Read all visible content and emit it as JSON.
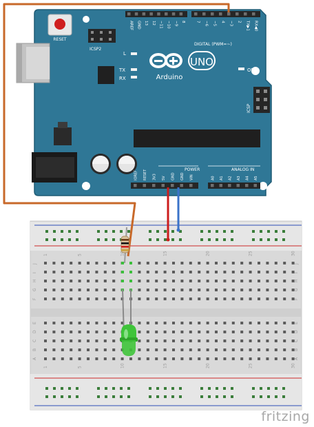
{
  "arduino": {
    "reset_label": "RESET",
    "icsp2_label": "ICSP2",
    "icsp_label": "ICSP",
    "l_label": "L",
    "tx_label": "TX",
    "rx_label": "RX",
    "on_label": "ON",
    "brand": "Arduino",
    "model": "UNO",
    "digital_label": "DIGITAL (PWM=~)",
    "power_label": "POWER",
    "analog_label": "ANALOG IN",
    "top_pins": [
      "AREF",
      "GND",
      "13",
      "12",
      "~11",
      "~10",
      "~9",
      "8",
      "7",
      "~6",
      "~5",
      "4",
      "~3",
      "2",
      "TX▶1",
      "RX◀0"
    ],
    "power_pins": [
      "IOREF",
      "RESET",
      "3V3",
      "5V",
      "GND",
      "GND",
      "VIN"
    ],
    "analog_pins": [
      "A0",
      "A1",
      "A2",
      "A3",
      "A4",
      "A5"
    ],
    "colors": {
      "board": "#2f7796",
      "board_edge": "#1f5b75",
      "header": "#2a2a2a"
    }
  },
  "breadboard": {
    "column_numbers": [
      "1",
      "5",
      "10",
      "15",
      "20",
      "25",
      "30"
    ],
    "row_letters_top": [
      "J",
      "I",
      "H",
      "G",
      "F"
    ],
    "row_letters_bottom": [
      "E",
      "D",
      "C",
      "B",
      "A"
    ]
  },
  "components": {
    "resistor": "resistor-icon",
    "led": "green-led-icon",
    "colors": {
      "signal_wire": "#c8692a",
      "power_wire": "#cc1d1d",
      "ground_wire": "#3b73c9",
      "led": "#3fc43a"
    }
  },
  "footer": {
    "brand": "fritzing"
  }
}
